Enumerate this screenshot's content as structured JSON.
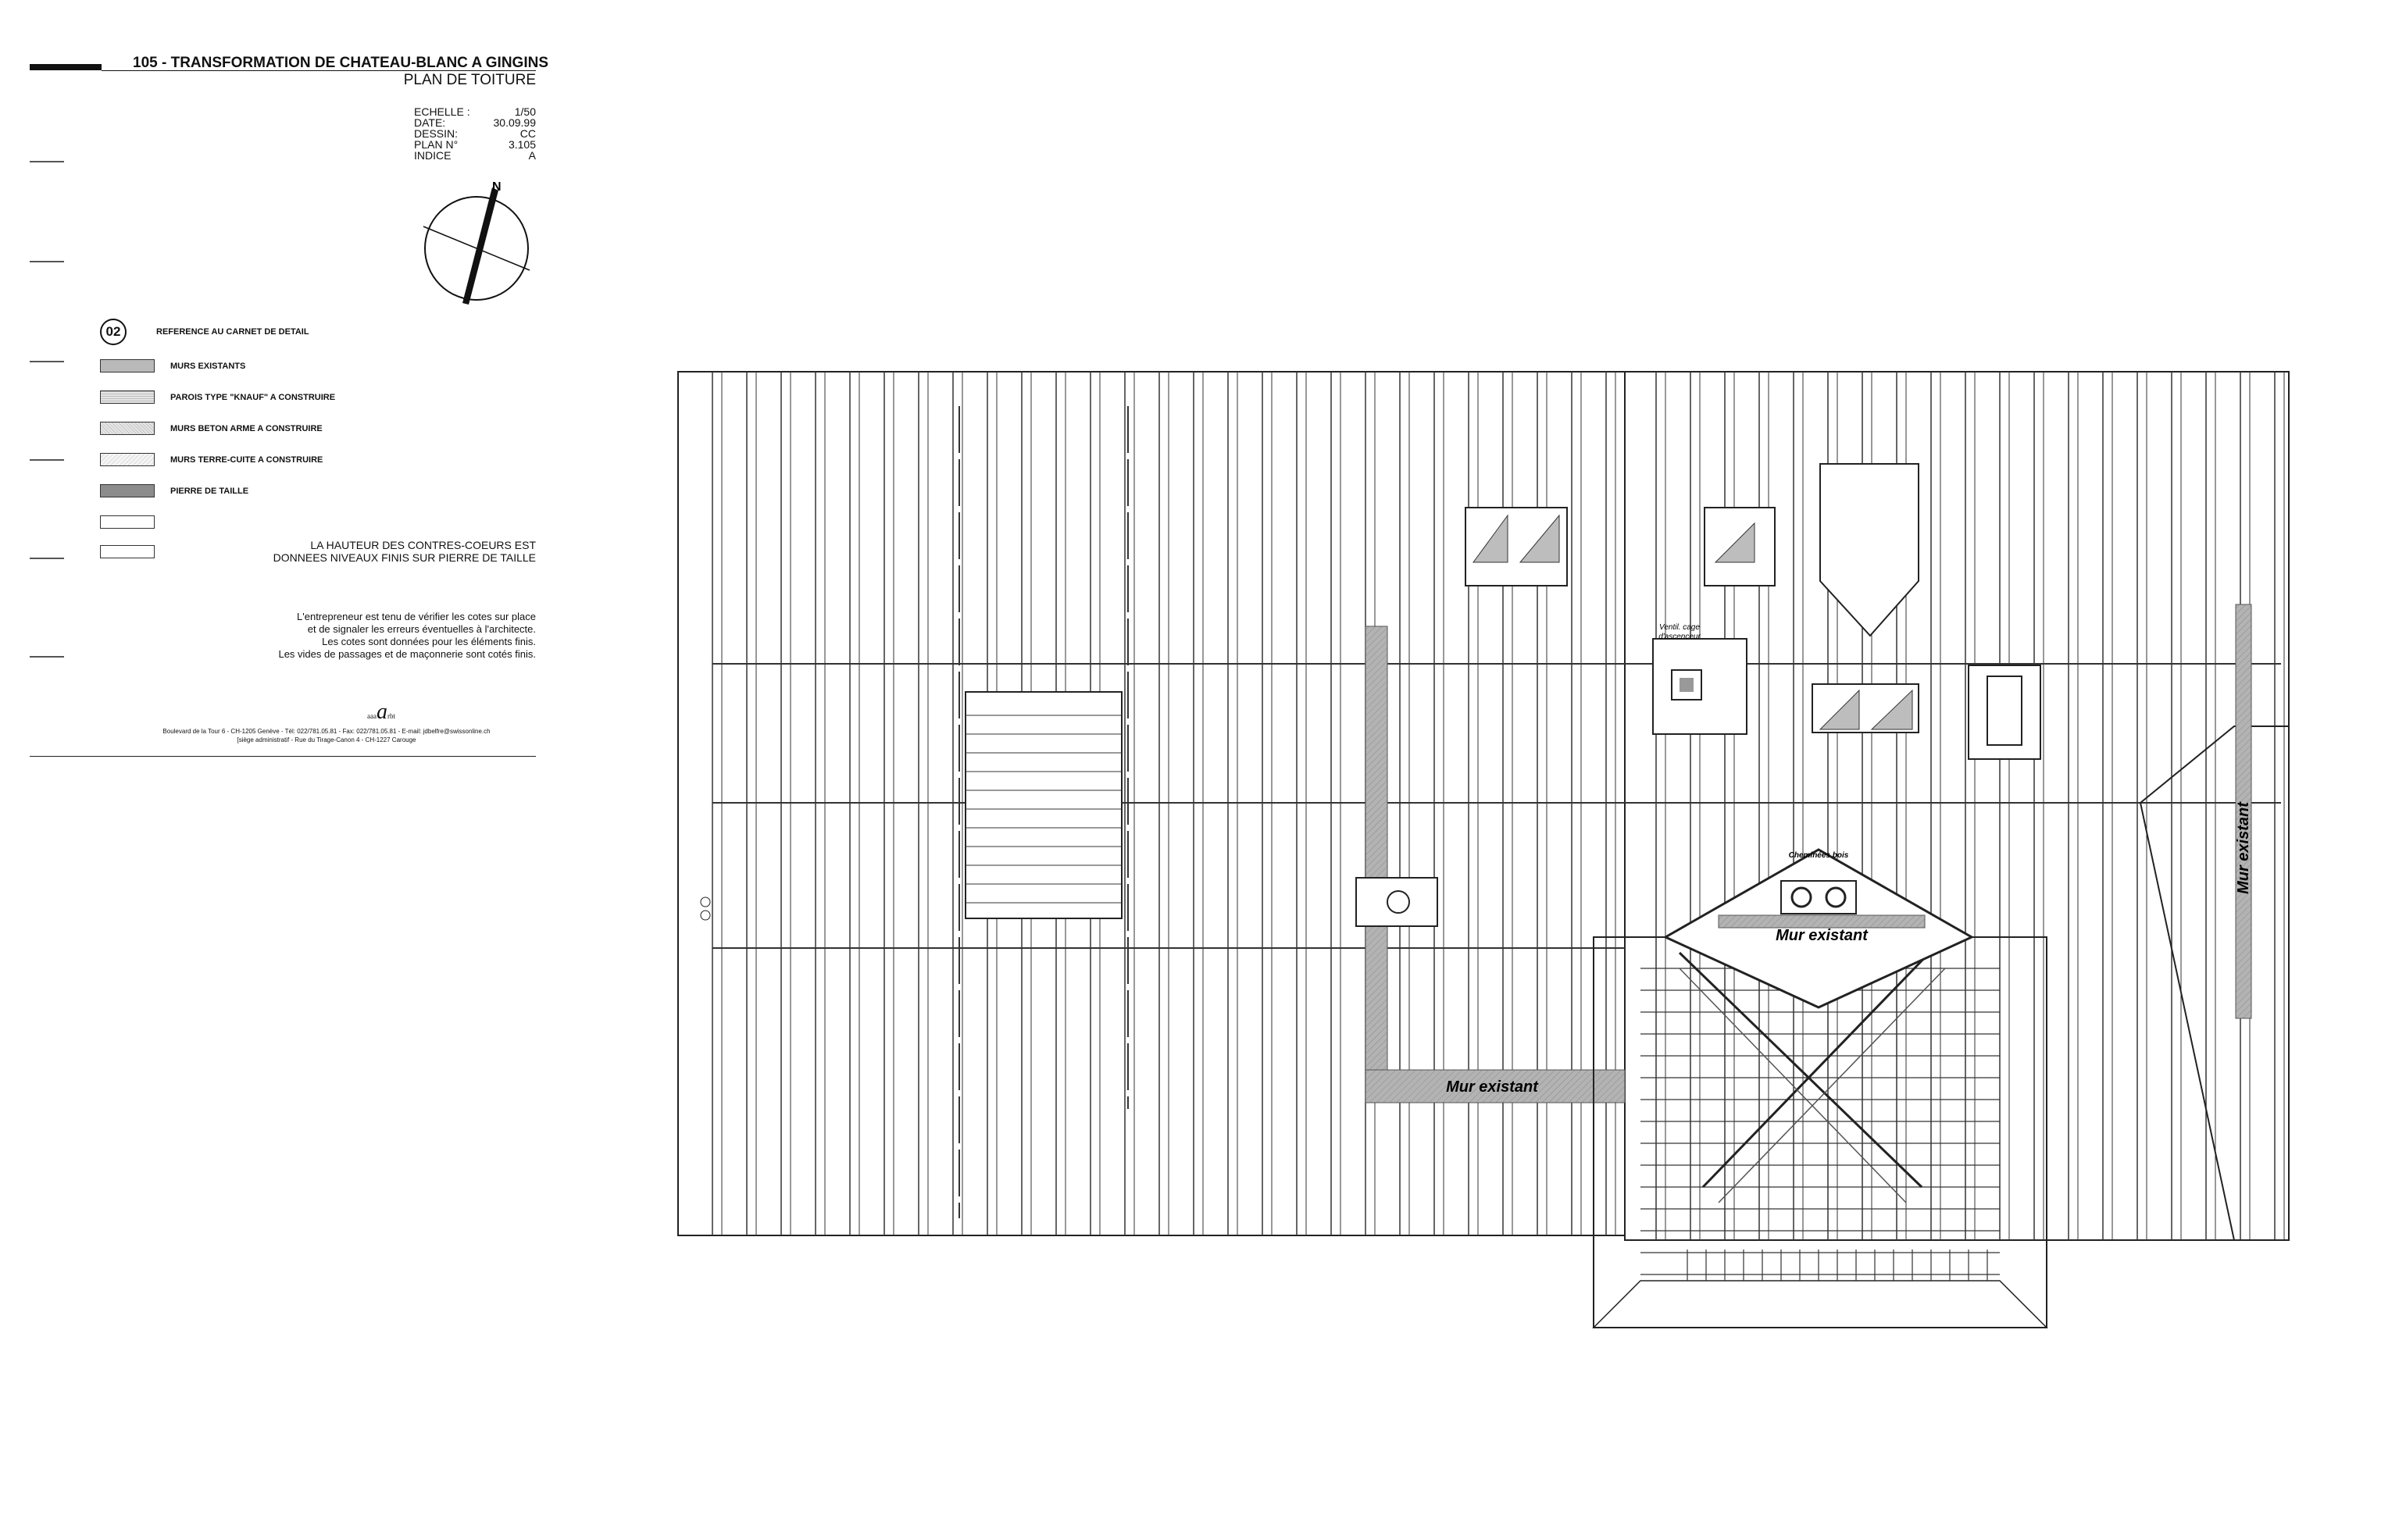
{
  "titleblock": {
    "title": "105 - TRANSFORMATION DE CHATEAU-BLANC A GINGINS",
    "subtitle": "PLAN DE TOITURE",
    "meta": [
      {
        "label": "ECHELLE :",
        "value": "1/50"
      },
      {
        "label": "DATE:",
        "value": "30.09.99"
      },
      {
        "label": "DESSIN:",
        "value": "CC"
      },
      {
        "label": "PLAN N°",
        "value": "3.105"
      },
      {
        "label": "INDICE",
        "value": "A"
      }
    ],
    "north": "N"
  },
  "legend": {
    "ref_number": "02",
    "ref_label": "REFERENCE AU CARNET DE DETAIL",
    "items": [
      {
        "label": "MURS EXISTANTS",
        "fill": "#b9b9b9"
      },
      {
        "label": "PAROIS TYPE \"KNAUF\"  A CONSTRUIRE",
        "fill": "#e6e6e6"
      },
      {
        "label": "MURS BETON ARME A CONSTRUIRE",
        "fill": "#dadada"
      },
      {
        "label": "MURS TERRE-CUITE A CONSTRUIRE",
        "fill": "#f3f3f3"
      },
      {
        "label": "PIERRE DE TAILLE",
        "fill": "#8c8c8c"
      },
      {
        "label": "",
        "fill": "#ffffff"
      }
    ]
  },
  "notes": {
    "height_note": [
      "LA HAUTEUR DES CONTRES-COEURS EST",
      "DONNEES NIVEAUX FINIS SUR PIERRE DE TAILLE"
    ],
    "contractor_note": [
      "L'entrepreneur est tenu de vérifier les cotes sur place",
      "et de signaler les erreurs éventuelles à l'architecte.",
      "Les cotes sont données pour les éléments finis.",
      "Les vides de passages et de maçonnerie sont cotés finis."
    ]
  },
  "firm": {
    "logo_prefix": "aaa",
    "logo_mark": "a",
    "logo_suffix": "rbt",
    "address": "Boulevard de la Tour 6 - CH-1205 Genève - Tél: 022/781.05.81 - Fax: 022/781.05.81 - E-mail: jdbelfre@swissonline.ch",
    "seat": "[siège administratif - Rue du Tirage-Canon 4 - CH-1227 Carouge"
  },
  "drawing": {
    "labels": {
      "mur_existant_center": "Mur existant",
      "mur_existant_tower": "Mur existant",
      "mur_existant_right": "Mur existant",
      "cheminees": "Cheminées bois",
      "ventil": "Ventil. cage",
      "ventil2": "d'ascenceur"
    },
    "hatch_colors": {
      "wall": "#a8a8a8",
      "line": "#222222"
    }
  }
}
